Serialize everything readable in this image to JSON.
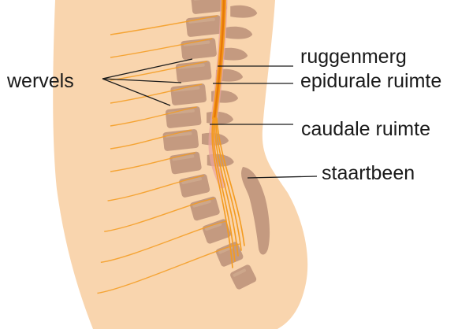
{
  "labels": {
    "vertebrae": "wervels",
    "spinal_cord": "ruggenmerg",
    "epidural_space": "epidurale ruimte",
    "caudal_space": "caudale ruimte",
    "coccyx": "staartbeen"
  },
  "colors": {
    "background": "#ffffff",
    "skin": "#f9d5ae",
    "bone": "#c49a80",
    "bone_light": "#d2ac90",
    "nerve": "#f49b1f",
    "nerve_core": "#e8780a",
    "dura": "#e9a49e",
    "leader_line": "#1a1a1a",
    "text": "#1a1a1a"
  }
}
